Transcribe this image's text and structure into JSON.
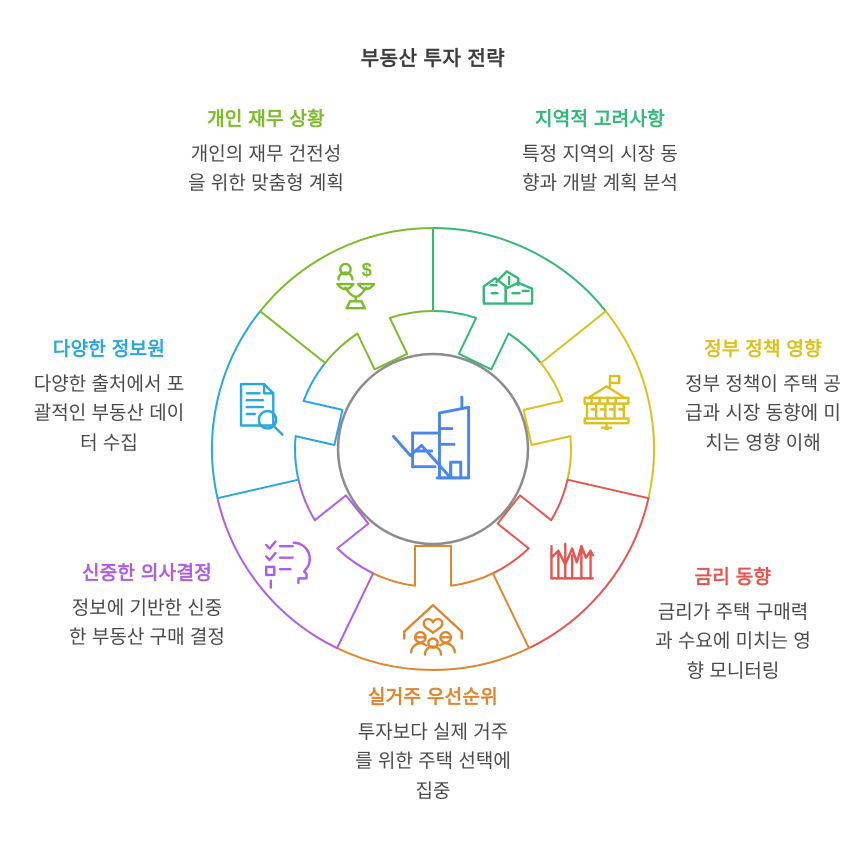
{
  "title": "부동산 투자 전략",
  "center": {
    "icon": "building-downtrend-icon",
    "icon_color": "#4c86e8",
    "ring_color": "#8c8c8c"
  },
  "segments": [
    {
      "id": "regional",
      "label": "지역적 고려사항",
      "desc": "특정 지역의 시장 동\n향과 개발 계획 분석",
      "color": "#33b878",
      "icon": "buildings-cluster-icon"
    },
    {
      "id": "policy",
      "label": "정부 정책 영향",
      "desc": "정부 정책이 주택 공\n급과 시장 동향에 미\n치는 영향 이해",
      "color": "#dcc11e",
      "icon": "government-building-icon"
    },
    {
      "id": "interest",
      "label": "금리 동향",
      "desc": "금리가 주택 구매력\n과 수요에 미치는 영\n향 모니터링",
      "color": "#e4564f",
      "icon": "market-chart-icon"
    },
    {
      "id": "residence",
      "label": "실거주 우선순위",
      "desc": "투자보다 실제 거주\n를 위한 주택 선택에\n집중",
      "color": "#e0862f",
      "icon": "family-home-icon"
    },
    {
      "id": "decision",
      "label": "신중한 의사결정",
      "desc": "정보에 기반한 신중\n한 부동산 구매 결정",
      "color": "#b15ce8",
      "icon": "head-checklist-icon"
    },
    {
      "id": "sources",
      "label": "다양한 정보원",
      "desc": "다양한 출처에서 포\n괄적인 부동산 데이\n터 수집",
      "color": "#29a7de",
      "icon": "document-search-icon"
    },
    {
      "id": "personal",
      "label": "개인 재무 상황",
      "desc": "개인의 재무 건전성\n을 위한 맞춤형 계획",
      "color": "#7cbb2a",
      "icon": "balance-scale-icon"
    }
  ]
}
